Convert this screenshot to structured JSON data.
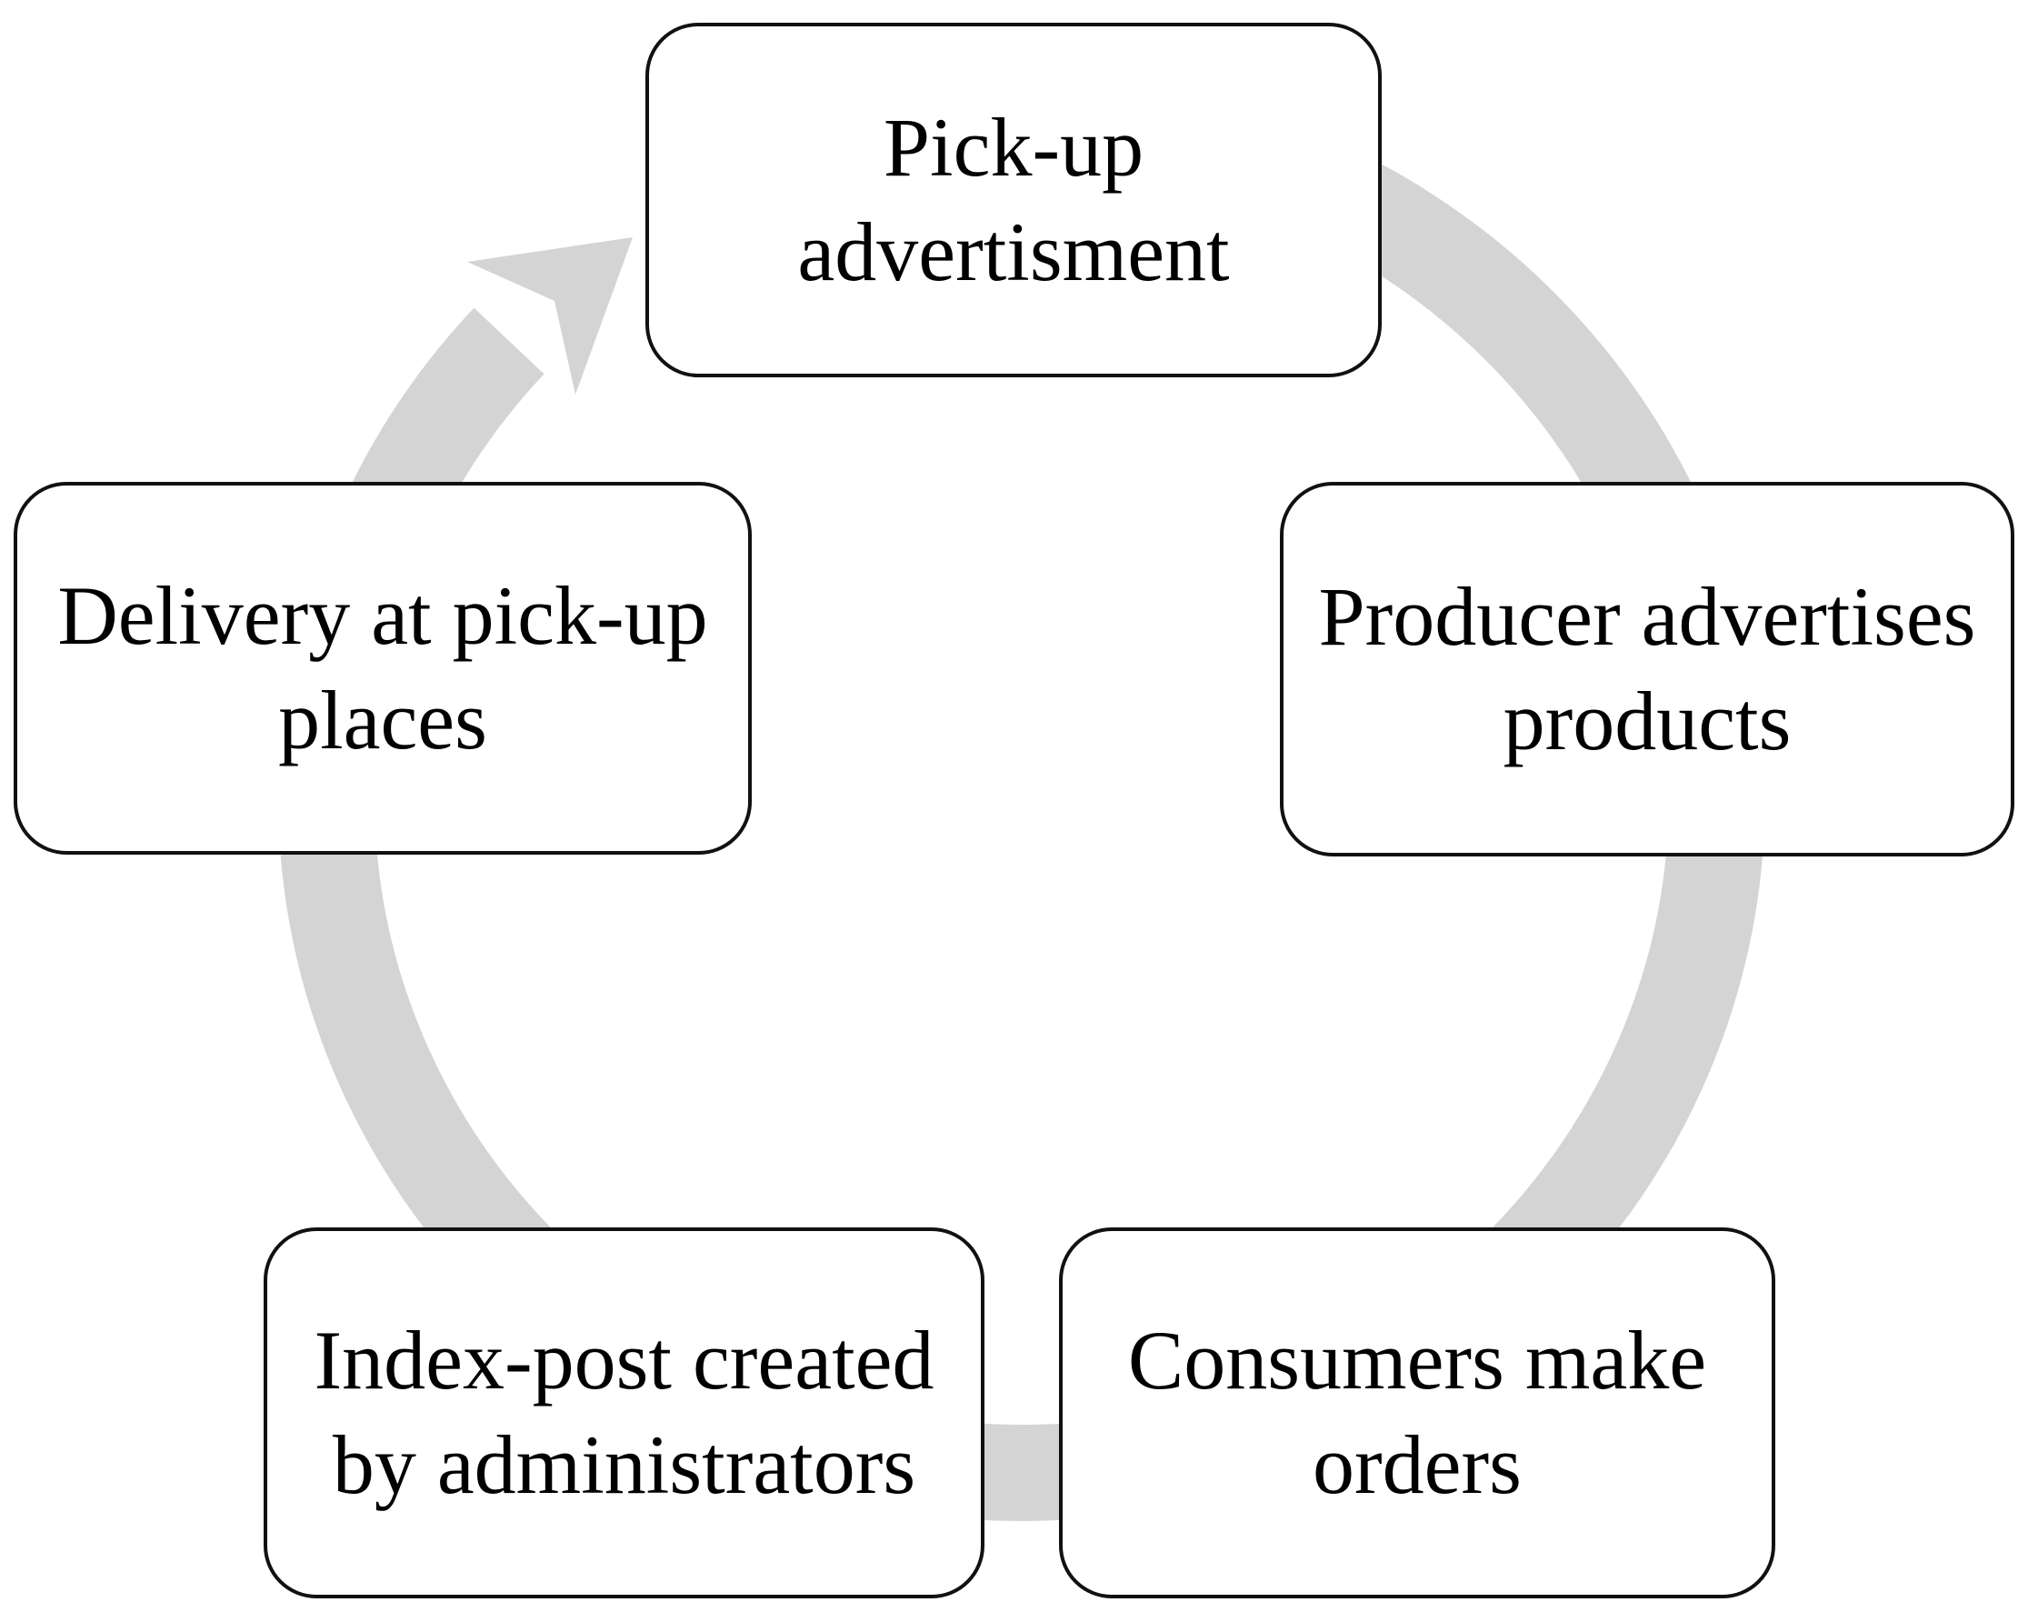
{
  "diagram": {
    "type": "cycle",
    "direction": "clockwise",
    "background_color": "#ffffff",
    "arrow_color": "#d4d4d4",
    "box_fill_color": "#ffffff",
    "box_border_color": "#111111",
    "text_color": "#000000",
    "nodes": [
      {
        "id": "pickup-advertisment",
        "position": "top",
        "label": "Pick-up advertisment"
      },
      {
        "id": "producer-advertises",
        "position": "right",
        "label": "Producer advertises products"
      },
      {
        "id": "consumers-make-orders",
        "position": "bottom-right",
        "label": "Consumers make orders"
      },
      {
        "id": "index-post-created",
        "position": "bottom-left",
        "label": "Index-post created by administrators"
      },
      {
        "id": "delivery-pickup-places",
        "position": "left",
        "label": "Delivery at pick-up places"
      }
    ]
  }
}
